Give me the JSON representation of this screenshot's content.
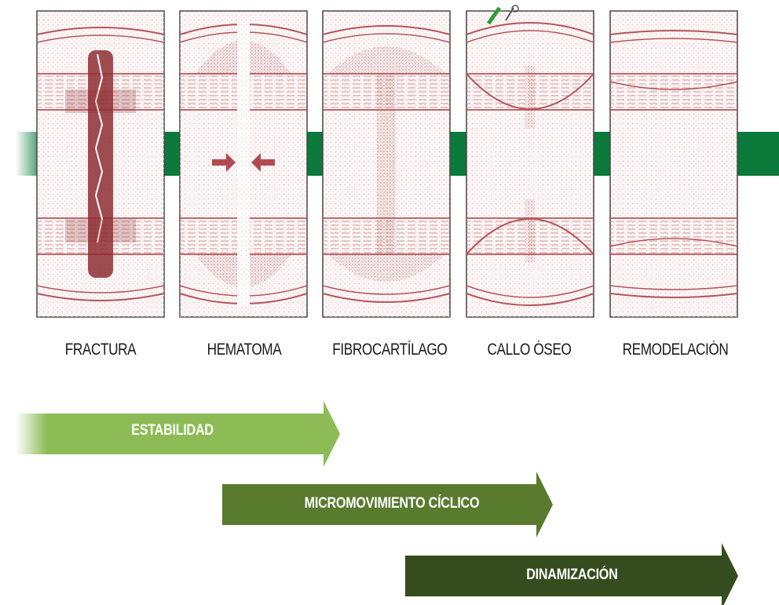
{
  "stages": [
    {
      "id": "fractura",
      "label": "FRACTURA"
    },
    {
      "id": "hematoma",
      "label": "HEMATOMA"
    },
    {
      "id": "fibrocartilago",
      "label": "FIBROCARTÍLAGO"
    },
    {
      "id": "callo",
      "label": "CALLO ÓSEO"
    },
    {
      "id": "remodelacion",
      "label": "REMODELACIÓN"
    }
  ],
  "phases": [
    {
      "id": "estabilidad",
      "label": "ESTABILIDAD",
      "color": "#8dbb55"
    },
    {
      "id": "micromovimiento",
      "label": "MICROMOVIMIENTO CÍCLICO",
      "color": "#587b2e"
    },
    {
      "id": "dinamizacion",
      "label": "DINAMIZACIÓN",
      "color": "#354d1e"
    }
  ],
  "colors": {
    "implant_bar": "#0b7a3a",
    "bone_line": "#b5555a",
    "bone_dark": "#8e2e34",
    "panel_fill": "#fbf6f5"
  }
}
